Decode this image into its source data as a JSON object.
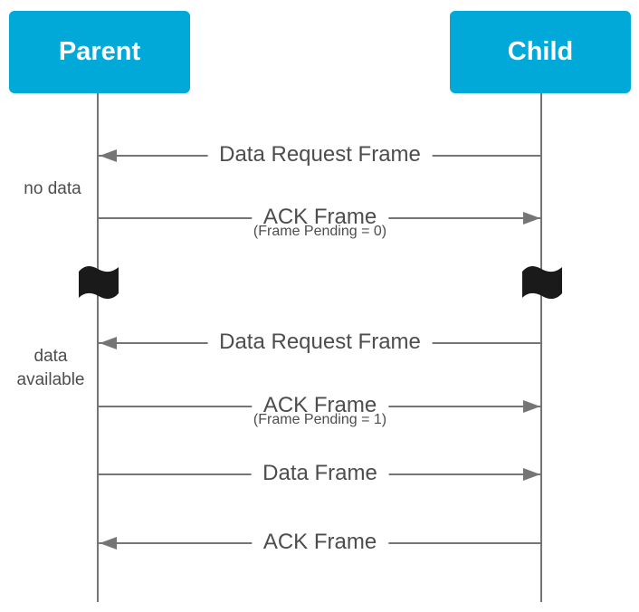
{
  "diagram": {
    "type": "sequence",
    "actors": [
      {
        "label": "Parent"
      },
      {
        "label": "Child"
      }
    ],
    "messages": [
      {
        "label": "Data Request Frame",
        "subtitle": "",
        "from": "Child",
        "to": "Parent"
      },
      {
        "label": "ACK Frame",
        "subtitle": "(Frame Pending = 0)",
        "from": "Parent",
        "to": "Child"
      },
      {
        "label": "Data Request Frame",
        "subtitle": "",
        "from": "Child",
        "to": "Parent"
      },
      {
        "label": "ACK Frame",
        "subtitle": "(Frame Pending = 1)",
        "from": "Parent",
        "to": "Child"
      },
      {
        "label": "Data Frame",
        "subtitle": "",
        "from": "Parent",
        "to": "Child"
      },
      {
        "label": "ACK Frame",
        "subtitle": "",
        "from": "Child",
        "to": "Parent"
      }
    ],
    "side_notes": [
      {
        "text": "no data"
      },
      {
        "text": "data available"
      }
    ],
    "icons": {
      "time_break": "flag-icon"
    },
    "colors": {
      "actor_fill": "#00A9D8",
      "actor_text": "#FFFFFF",
      "line": "#757575",
      "text": "#4D4D4D",
      "flag": "#1A1A1A"
    }
  }
}
